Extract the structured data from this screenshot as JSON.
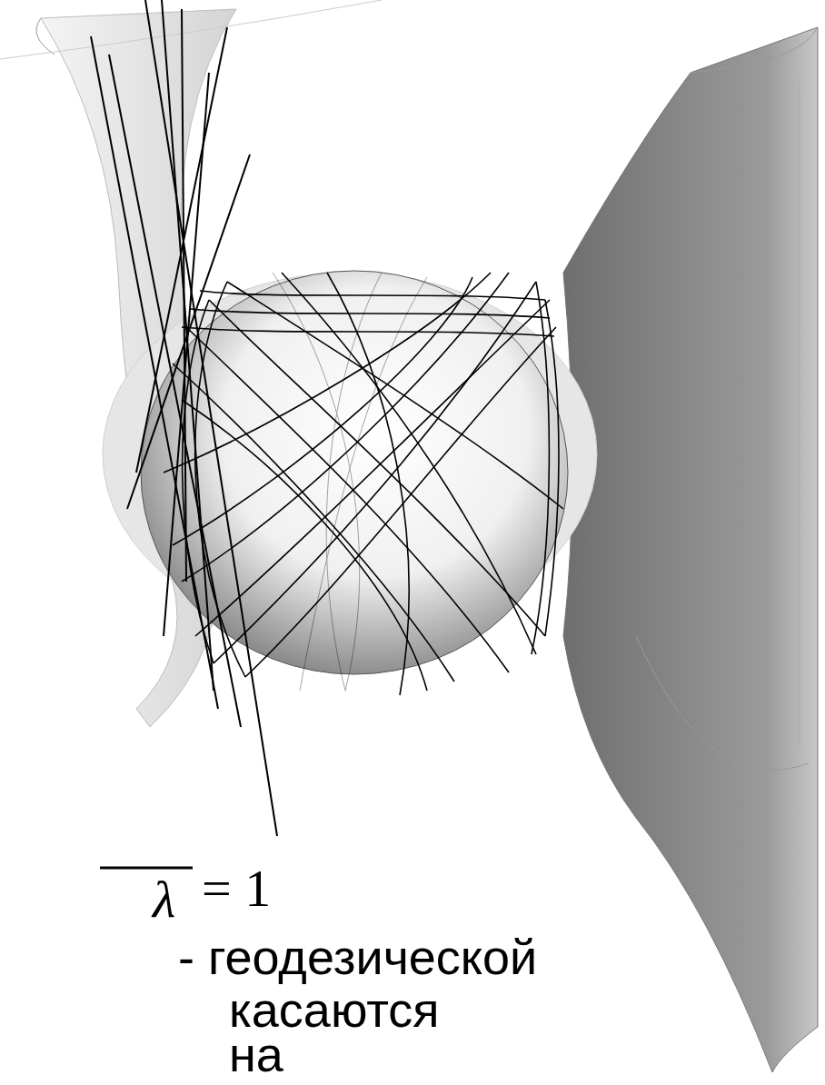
{
  "diagram": {
    "labels": [
      "λ",
      "= 1",
      "- геодезической",
      "касаются",
      "на"
    ]
  }
}
